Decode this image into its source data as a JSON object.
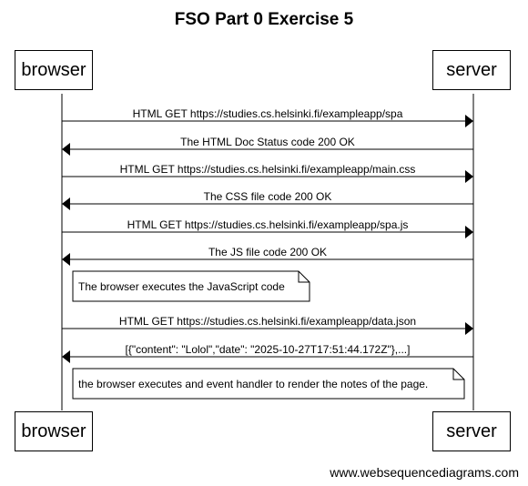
{
  "title": "FSO Part 0 Exercise 5",
  "participants": {
    "browser": "browser",
    "server": "server"
  },
  "messages": [
    {
      "from": "browser",
      "to": "server",
      "text": "HTML GET https://studies.cs.helsinki.fi/exampleapp/spa"
    },
    {
      "from": "server",
      "to": "browser",
      "text": "The HTML Doc Status code 200 OK"
    },
    {
      "from": "browser",
      "to": "server",
      "text": "HTML GET https://studies.cs.helsinki.fi/exampleapp/main.css"
    },
    {
      "from": "server",
      "to": "browser",
      "text": "The CSS file code 200 OK"
    },
    {
      "from": "browser",
      "to": "server",
      "text": "HTML GET https://studies.cs.helsinki.fi/exampleapp/spa.js"
    },
    {
      "from": "server",
      "to": "browser",
      "text": "The JS file code 200 OK"
    },
    {
      "from": "browser",
      "to": "server",
      "text": "HTML GET https://studies.cs.helsinki.fi/exampleapp/data.json"
    },
    {
      "from": "server",
      "to": "browser",
      "text": "[{\"content\": \"Lolol\",\"date\": \"2025-10-27T17:51:44.172Z\"},...]"
    }
  ],
  "notes": [
    {
      "over": "browser",
      "text": "The browser executes the JavaScript code"
    },
    {
      "over": "browser",
      "text": "the browser executes and event handler to render the notes of the page."
    }
  ],
  "watermark": "www.websequencediagrams.com"
}
